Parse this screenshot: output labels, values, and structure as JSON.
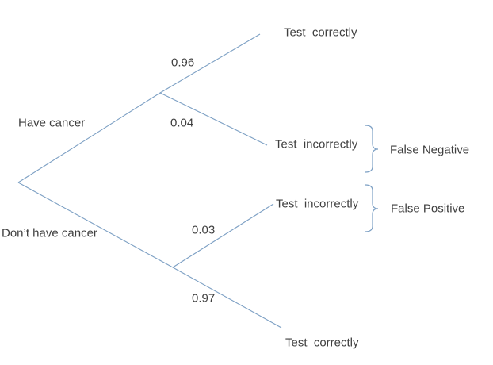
{
  "tree": {
    "type": "probability-tree",
    "branches": [
      {
        "label": "Have cancer",
        "outcomes": [
          {
            "probability": "0.96",
            "result": "Test  correctly"
          },
          {
            "probability": "0.04",
            "result": "Test  incorrectly",
            "annotation": "False Negative"
          }
        ]
      },
      {
        "label": "Don’t have cancer",
        "outcomes": [
          {
            "probability": "0.03",
            "result": "Test  incorrectly",
            "annotation": "False Positive"
          },
          {
            "probability": "0.97",
            "result": "Test  correctly"
          }
        ]
      }
    ]
  },
  "colors": {
    "line": "#7da0c4",
    "text": "#3f3f3f",
    "background": "#ffffff"
  }
}
